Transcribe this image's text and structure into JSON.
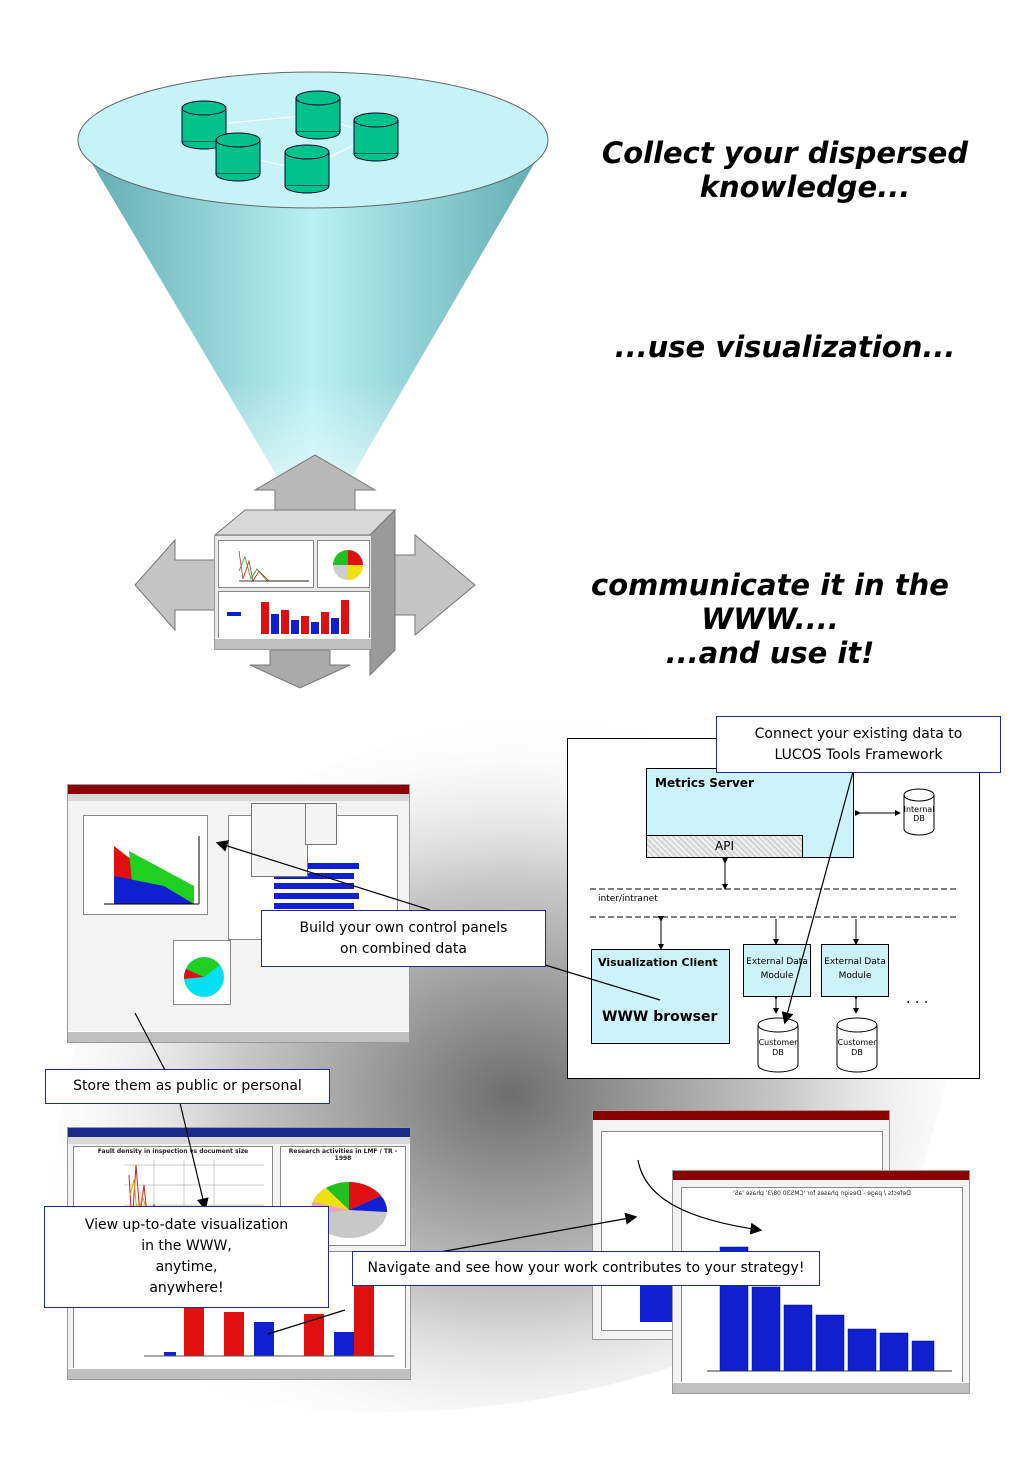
{
  "headlines": {
    "collect_line1": "Collect your dispersed",
    "collect_line2": "knowledge...",
    "visualize": "...use visualization...",
    "communicate": "communicate it in the WWW....",
    "use": "...and use it!"
  },
  "callouts": {
    "connect_line1": "Connect your existing data to",
    "connect_line2": "LUCOS Tools Framework",
    "build_line1": "Build your own control panels",
    "build_line2": "on combined data",
    "store": "Store them as public or personal",
    "view_line1": "View up-to-date visualization",
    "view_line2": "in the WWW,",
    "view_line3": "anytime,",
    "view_line4": "anywhere!",
    "navigate": "Navigate and see how your work contributes to your strategy!"
  },
  "architecture": {
    "metrics_server": "Metrics Server",
    "api": "API",
    "internal_db_line1": "Internal",
    "internal_db_line2": "DB",
    "network": "inter/intranet",
    "viz_client": "Visualization Client",
    "www_browser": "WWW browser",
    "ext_module_1_line1": "External Data",
    "ext_module_1_line2": "Module",
    "ext_module_2_line1": "External Data",
    "ext_module_2_line2": "Module",
    "customer_db_1_line1": "Customer",
    "customer_db_1_line2": "DB",
    "customer_db_2_line1": "Customer",
    "customer_db_2_line2": "DB",
    "ellipsis": ". . ."
  },
  "screenshots": {
    "controlpanel_title": "Fault density in inspection vs document size",
    "research_title": "Research activities in LMF / TR - 1998",
    "defects_title": "Defects / page - Design phases for 'CMS30 08/3' phase 'aS'"
  },
  "colors": {
    "funnel": "#8fd6dc",
    "db_cylinder": "#00c28a",
    "callout_border": "#1a2a9a",
    "arch_box": "#ccf2fa",
    "bar_red": "#e01010",
    "bar_blue": "#1020d0"
  }
}
